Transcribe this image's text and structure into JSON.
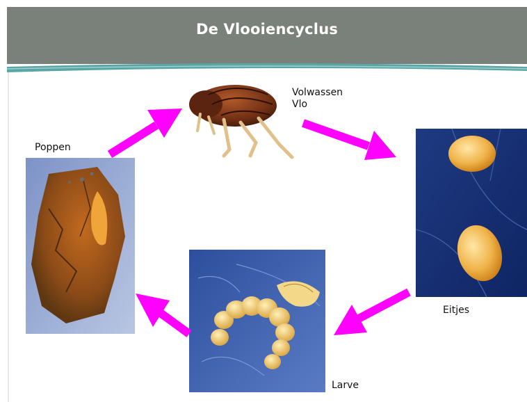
{
  "title": "De Vlooiencyclus",
  "stages": {
    "adult": {
      "line1": "Volwassen",
      "line2": "Vlo"
    },
    "eggs": "Eitjes",
    "larva": "Larve",
    "pupae": "Poppen"
  },
  "colors": {
    "title_bar": "#7a807a",
    "arrow": "#ff00ff",
    "accent_swoosh": "#5aa5a5"
  }
}
